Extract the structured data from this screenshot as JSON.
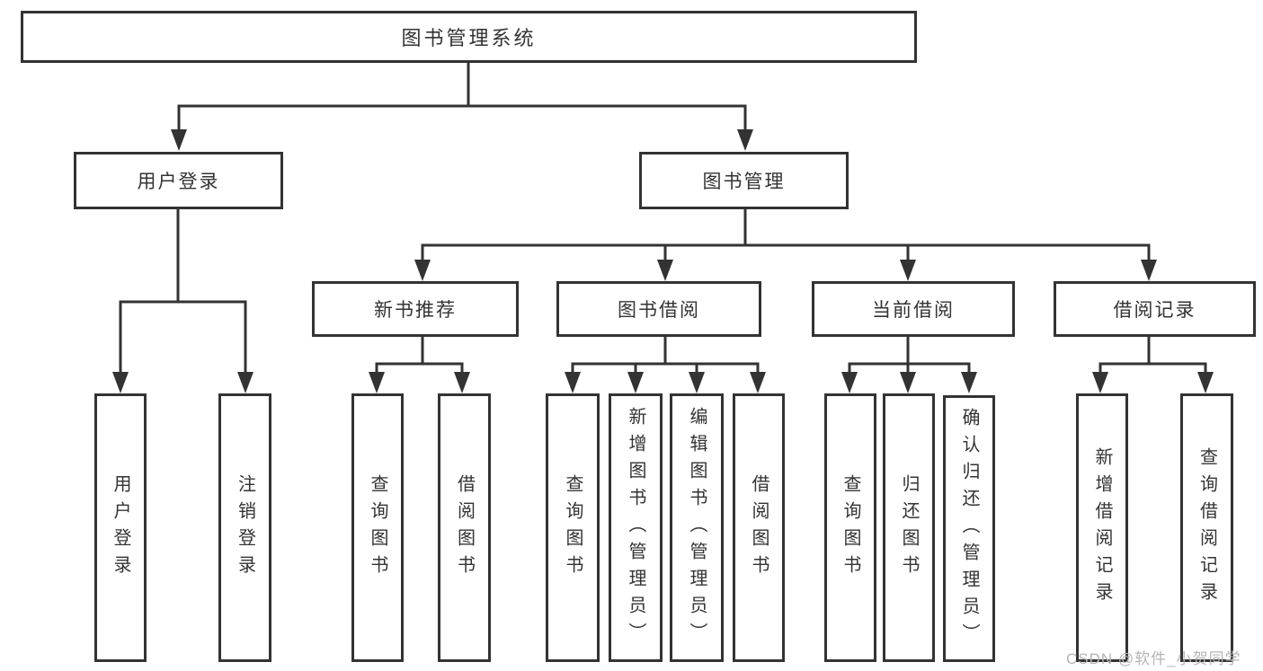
{
  "tree": {
    "label": "图书管理系统",
    "children": [
      {
        "label": "用户登录",
        "children": [
          {
            "label": "用户登录"
          },
          {
            "label": "注销登录"
          }
        ]
      },
      {
        "label": "图书管理",
        "children": [
          {
            "label": "新书推荐",
            "children": [
              {
                "label": "查询图书"
              },
              {
                "label": "借阅图书"
              }
            ]
          },
          {
            "label": "图书借阅",
            "children": [
              {
                "label": "查询图书"
              },
              {
                "label": "新增图书（管理员）"
              },
              {
                "label": "编辑图书（管理员）"
              },
              {
                "label": "借阅图书"
              }
            ]
          },
          {
            "label": "当前借阅",
            "children": [
              {
                "label": "查询图书"
              },
              {
                "label": "归还图书"
              },
              {
                "label": "确认归还（管理员）"
              }
            ]
          },
          {
            "label": "借阅记录",
            "children": [
              {
                "label": "新增借阅记录"
              },
              {
                "label": "查询借阅记录"
              }
            ]
          }
        ]
      }
    ]
  },
  "watermark": "CSDN @软件_小贺同学",
  "colors": {
    "line": "#333333",
    "text": "#333333",
    "watermark": "#b5b5b5",
    "background": "#ffffff"
  }
}
